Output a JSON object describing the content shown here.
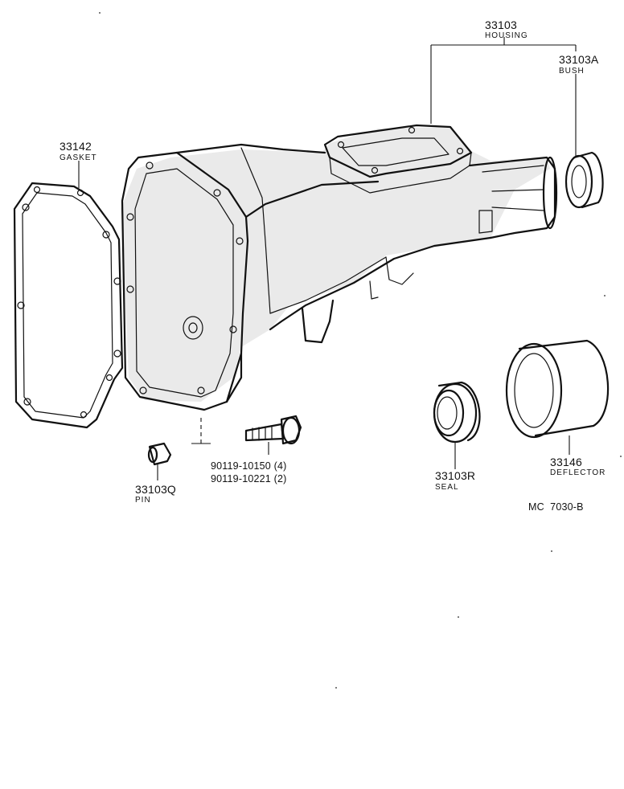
{
  "diagram": {
    "parts": [
      {
        "id": "housing",
        "number": "33103",
        "name": "HOUSING"
      },
      {
        "id": "bush",
        "number": "33103A",
        "name": "BUSH"
      },
      {
        "id": "gasket",
        "number": "33142",
        "name": "GASKET"
      },
      {
        "id": "pin",
        "number": "33103Q",
        "name": "PIN"
      },
      {
        "id": "bolt",
        "line1": "90119-10150 (4)",
        "line2": "90119-10221 (2)"
      },
      {
        "id": "seal",
        "number": "33103R",
        "name": "SEAL"
      },
      {
        "id": "deflector",
        "number": "33146",
        "name": "DEFLECTOR"
      }
    ],
    "figure_code": "MC  7030-B"
  }
}
